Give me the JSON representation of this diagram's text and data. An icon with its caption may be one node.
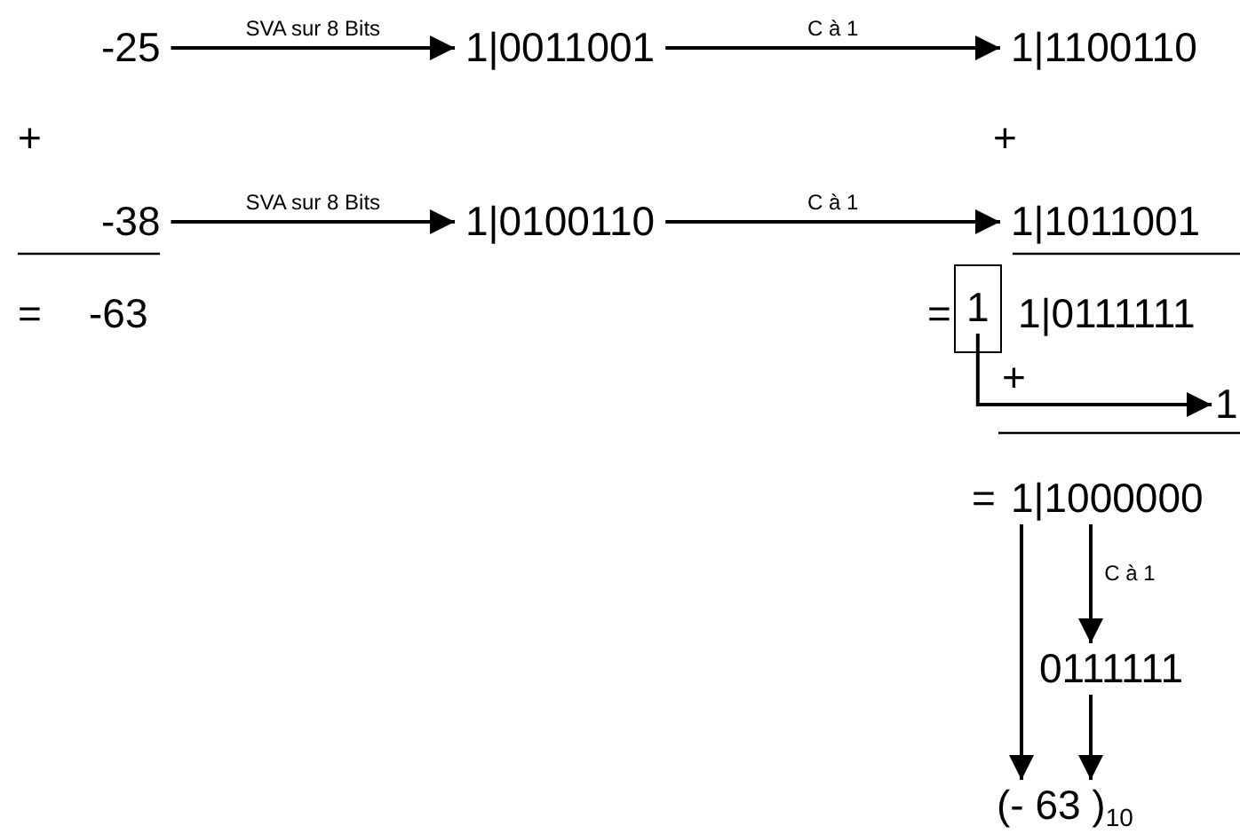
{
  "diagram": {
    "nodes": [
      {
        "text": [
          "-25"
        ]
      },
      {
        "text": [
          "1|0011001"
        ]
      },
      {
        "text": [
          "1|1100110"
        ]
      },
      {
        "text": [
          "-38"
        ]
      },
      {
        "text": [
          "1|0100110"
        ]
      },
      {
        "text": [
          "1|1011001"
        ]
      },
      {
        "text": [
          "1"
        ]
      },
      {
        "text": [
          "1"
        ]
      },
      {
        "text": [
          "1|1000000"
        ]
      },
      {
        "text": [
          "0111111"
        ]
      },
      {
        "text": [
          "(- 63 )$_{10}$"
        ]
      }
    ],
    "edges": [
      {
        "from": 0,
        "to": 1,
        "arrow": "to",
        "label": "SVA sur 8 Bits"
      },
      {
        "from": 1,
        "to": 2,
        "arrow": "to",
        "label": "C à 1"
      },
      {
        "from": 3,
        "to": 4,
        "arrow": "to",
        "label": "SVA sur 8 Bits"
      },
      {
        "from": 4,
        "to": 5,
        "arrow": "to",
        "label": "C à 1"
      },
      {
        "from": 6,
        "to": 7,
        "arrow": "to"
      },
      {
        "from": 8,
        "to": 10,
        "arrow": "to"
      },
      {
        "from": 8,
        "to": 9,
        "arrow": "to",
        "label": "C à 1"
      },
      {
        "from": 9,
        "to": 10,
        "arrow": "to"
      }
    ],
    "labels": [
      "+",
      "+",
      "=",
      "-63",
      "=",
      "1|0111111",
      "+",
      "="
    ]
  }
}
